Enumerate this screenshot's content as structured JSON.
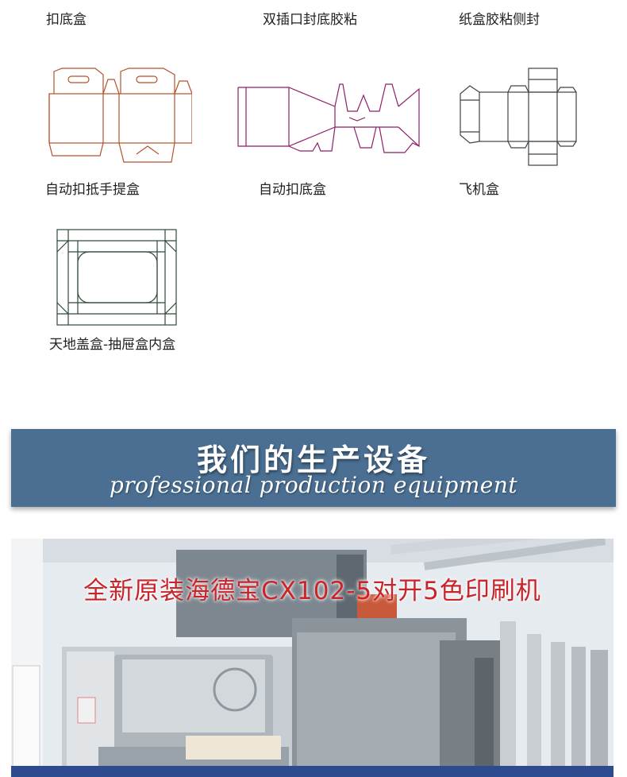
{
  "box_types": [
    {
      "label": "扣底盒"
    },
    {
      "label": "双插口封底胶粘"
    },
    {
      "label": "纸盒胶粘侧封"
    },
    {
      "label": "自动扣抵手提盒"
    },
    {
      "label": "自动扣底盒"
    },
    {
      "label": "飞机盒"
    },
    {
      "label": "天地盖盒-抽屉盒内盒"
    }
  ],
  "dieline_colors": {
    "handle_box": "#b5522c",
    "auto_bottom": "#8e1f6b",
    "side_glue": "#3d4448",
    "lid_box": "#2f4a3a"
  },
  "equipment_banner": {
    "title": "我们的生产设备",
    "subtitle": "professional production equipment",
    "color": "#4a6f92"
  },
  "equipment_photo": {
    "caption": "全新原装海德宝CX102-5对开5色印刷机",
    "caption_color": "#c8242a"
  }
}
